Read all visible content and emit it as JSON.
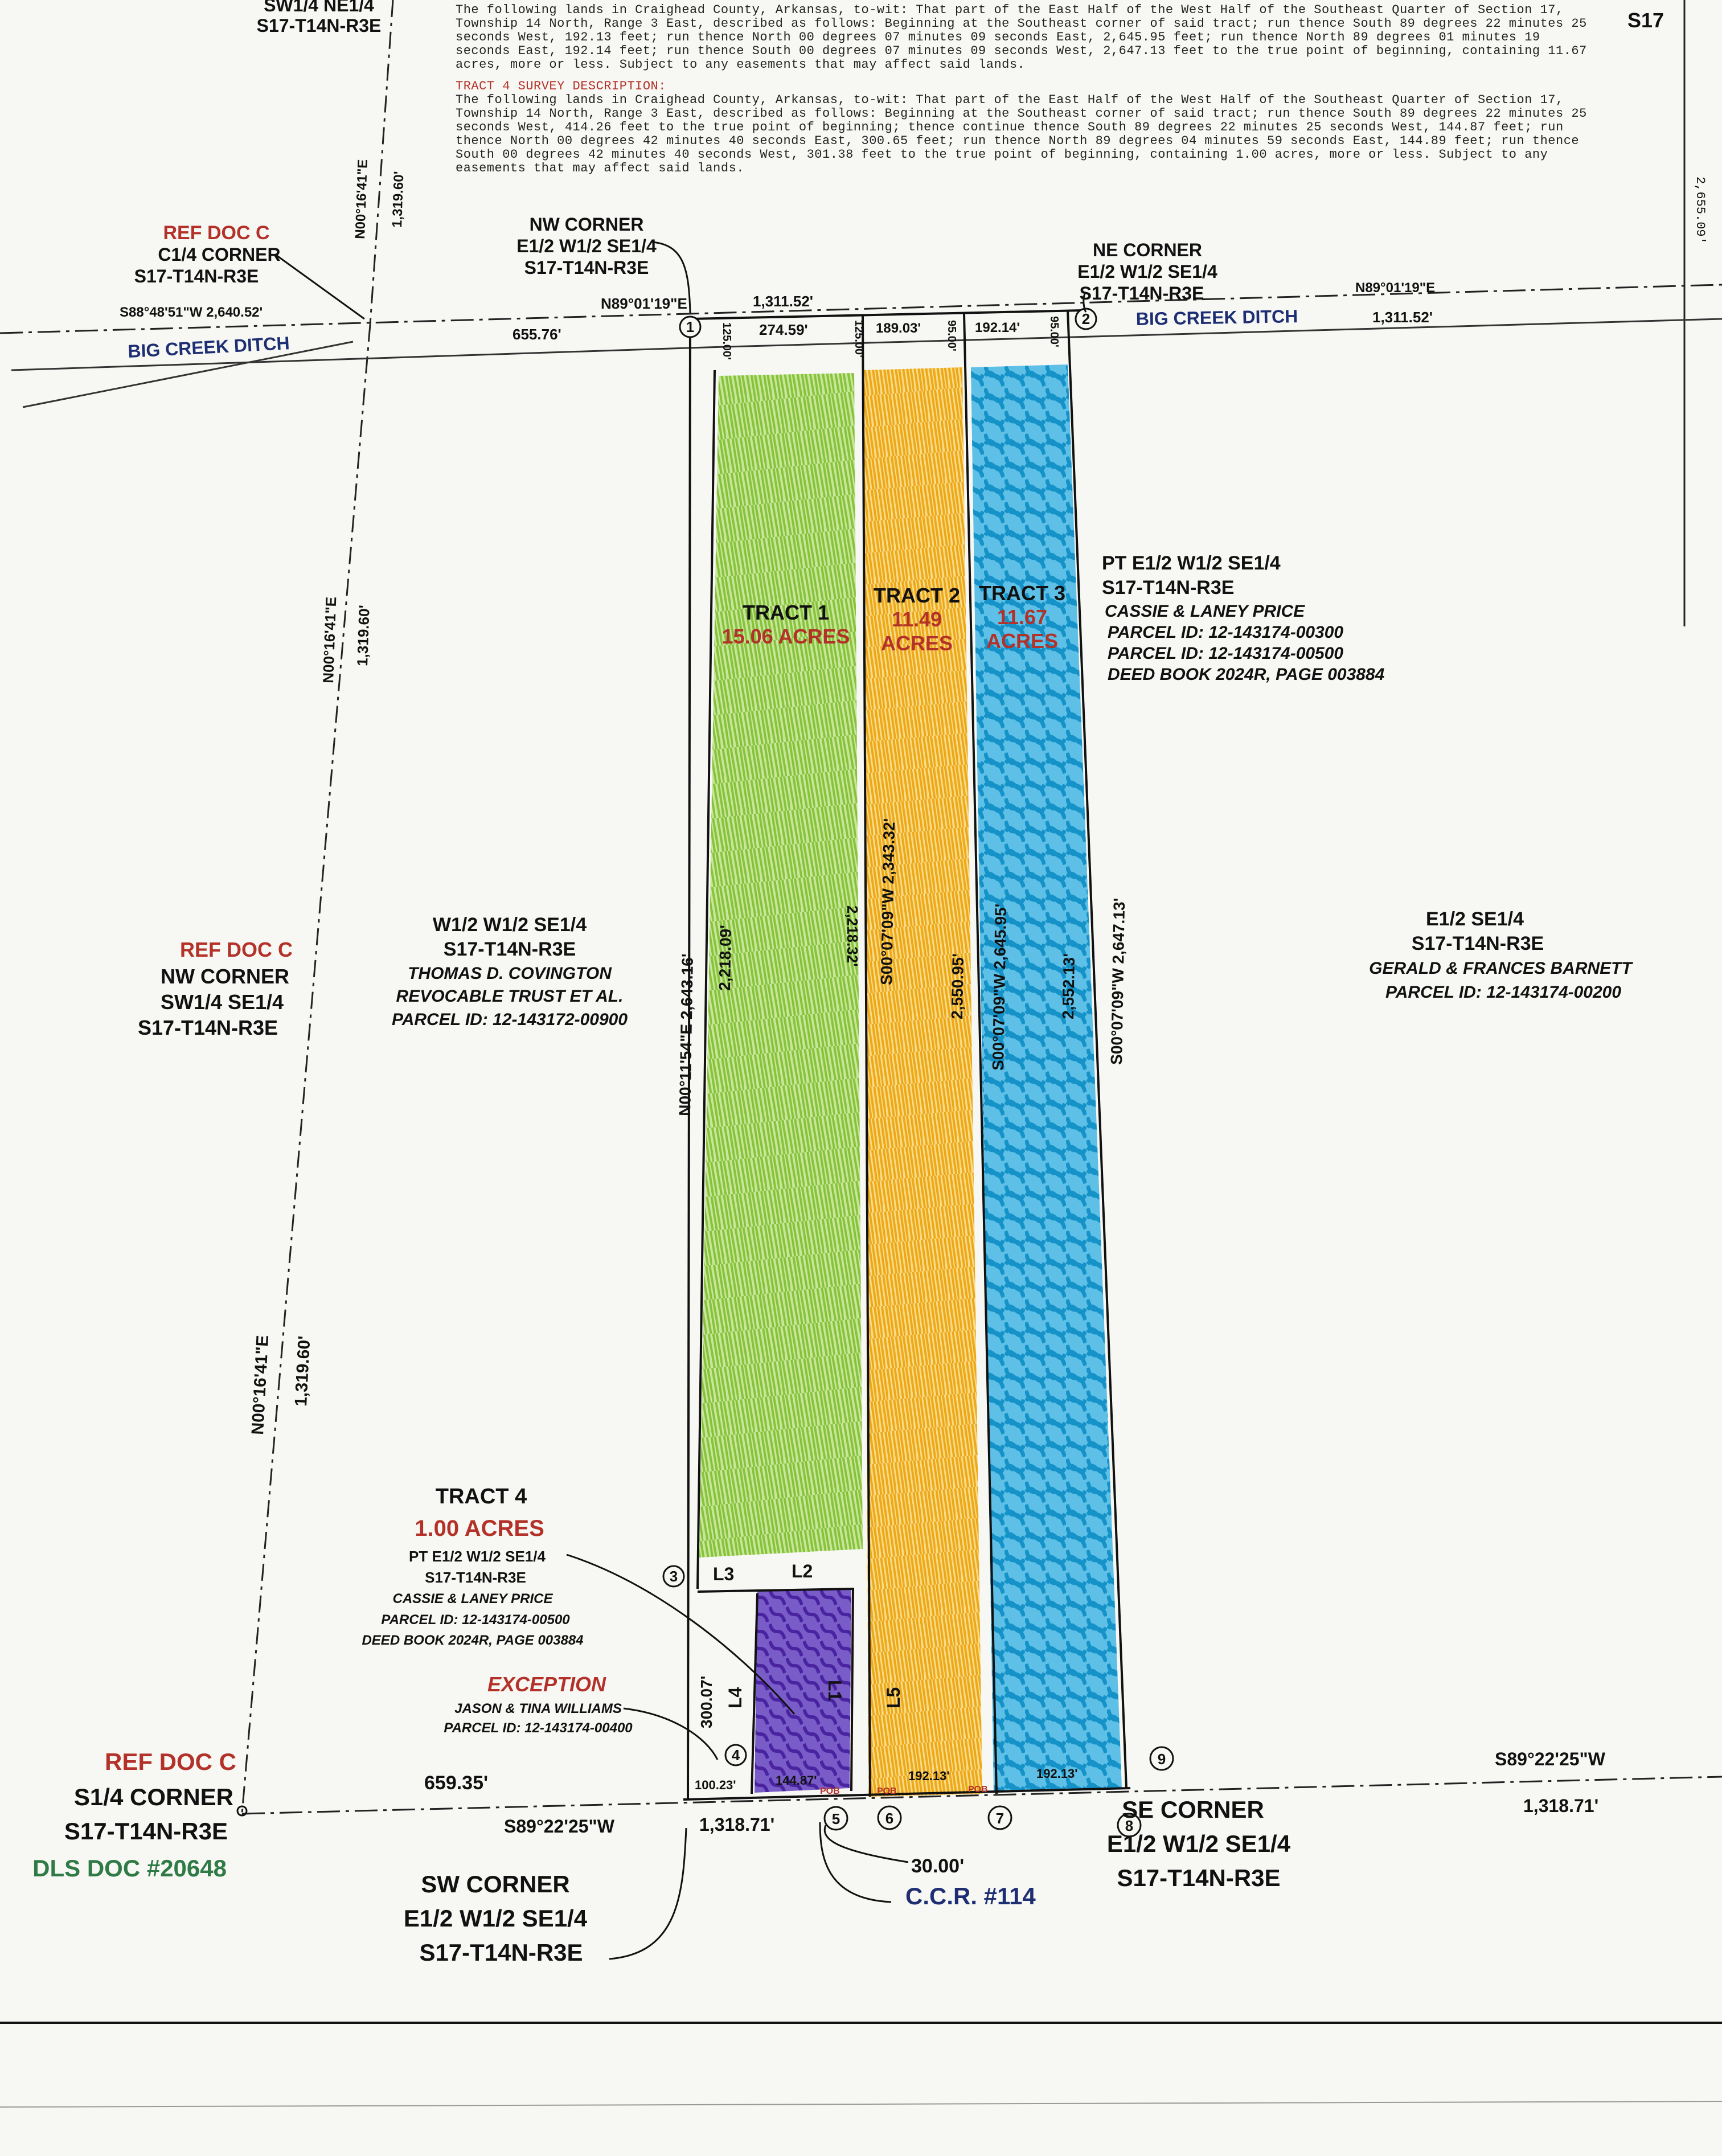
{
  "survey_text": {
    "tract3_fragment": "The following lands in Craighead County, Arkansas, to-wit: That part of the East Half of the West Half of the Southeast Quarter of Section 17, Township 14 North, Range 3 East, described as follows: Beginning at the Southeast corner of said tract; run thence South 89 degrees 22 minutes 25 seconds West, 192.13 feet; run thence North 00 degrees 07 minutes 09 seconds East, 2,645.95 feet; run thence North 89 degrees 01 minutes 19 seconds East, 192.14 feet; run thence South 00 degrees 07 minutes 09 seconds West, 2,647.13 feet to the true point of beginning, containing 11.67 acres, more or less. Subject to any easements that may affect said lands.",
    "tract4_heading": "TRACT 4 SURVEY DESCRIPTION:",
    "tract4_body": "The following lands in Craighead County, Arkansas, to-wit: That part of the East Half of the West Half of the Southeast Quarter of Section 17, Township 14 North, Range 3 East, described as follows: Beginning at the Southeast corner of said tract; run thence South 89 degrees 22 minutes 25 seconds West, 414.26 feet to the true point of beginning; thence continue thence South 89 degrees 22 minutes 25 seconds West, 144.87 feet; run thence North 00 degrees 42 minutes 40 seconds East, 300.65 feet; run thence North 89 degrees 04 minutes 59 seconds East, 144.89 feet; run thence South 00 degrees 42 minutes 40 seconds West, 301.38 feet to the true point of beginning, containing 1.00 acres, more or less. Subject to any easements that may affect said lands."
  },
  "sheet_id": "S17",
  "edge_bearing_right": "2,655.09'",
  "top_left_label": [
    "SW1/4 NE1/4",
    "S17-T14N-R3E"
  ],
  "ref_c14": [
    "REF DOC C",
    "C1/4 CORNER",
    "S17-T14N-R3E"
  ],
  "nw_corner": [
    "NW CORNER",
    "E1/2 W1/2 SE1/4",
    "S17-T14N-R3E"
  ],
  "ne_corner": [
    "NE CORNER",
    "E1/2 W1/2 SE1/4",
    "S17-T14N-R3E"
  ],
  "top_line": {
    "bearing_left": "S88°48'51\"W 2,640.52'",
    "bearing_mid": "N89°01'19\"E",
    "dist_mid": "1,311.52'",
    "bearing_right": "N89°01'19\"E",
    "dist_right": "1,311.52'",
    "seg_west": "655.76'",
    "seg_t1": "274.59'",
    "seg_t2": "189.03'",
    "seg_t3": "192.14'",
    "off_t1": "125.00'",
    "off_t2a": "125.00'",
    "off_t2b": "95.00'",
    "off_t3": "95.00'"
  },
  "ditch_label": "BIG CREEK DITCH",
  "west_line": {
    "upper_bearing": "N00°16'41\"E",
    "upper_dist": "1,319.60'",
    "mid_bearing": "N00°16'41\"E",
    "mid_dist": "1,319.60'",
    "low_bearing": "N00°16'41\"E",
    "low_dist": "1,319.60'"
  },
  "ref_nw_sw": [
    "REF DOC C",
    "NW CORNER",
    "SW1/4 SE1/4",
    "S17-T14N-R3E"
  ],
  "west_owner": [
    "W1/2 W1/2 SE1/4",
    "S17-T14N-R3E",
    "THOMAS D. COVINGTON",
    "REVOCABLE TRUST ET AL.",
    "PARCEL ID: 12-143172-00900"
  ],
  "east_owner": [
    "E1/2 SE1/4",
    "S17-T14N-R3E",
    "GERALD & FRANCES BARNETT",
    "PARCEL ID: 12-143174-00200"
  ],
  "pt_owner": [
    "PT E1/2 W1/2 SE1/4",
    "S17-T14N-R3E",
    "CASSIE & LANEY PRICE",
    "PARCEL ID: 12-143174-00300",
    "PARCEL ID: 12-143174-00500",
    "DEED BOOK 2024R, PAGE 003884"
  ],
  "tracts": {
    "t1": {
      "name": "TRACT 1",
      "acres": "15.06 ACRES"
    },
    "t2": {
      "name": "TRACT 2",
      "acres": "11.49",
      "acres2": "ACRES"
    },
    "t3": {
      "name": "TRACT 3",
      "acres": "11.67",
      "acres2": "ACRES"
    },
    "t4": {
      "name": "TRACT 4",
      "acres": "1.00 ACRES",
      "lines": [
        "PT E1/2 W1/2 SE1/4",
        "S17-T14N-R3E",
        "CASSIE & LANEY PRICE",
        "PARCEL ID: 12-143174-00500",
        "DEED BOOK 2024R, PAGE 003884"
      ]
    }
  },
  "exception": {
    "title": "EXCEPTION",
    "lines": [
      "JASON & TINA WILLIAMS",
      "PARCEL ID: 12-143174-00400"
    ]
  },
  "vertical_dims": {
    "t1_west": "N00°11'54\"E 2,643.16'",
    "t1_inner": "2,218.09'",
    "t1_east": "2,218.32'",
    "t2_bearing": "S00°07'09\"W 2,343.32'",
    "t2_dist": "2,550.95'",
    "t3_west": "S00°07'09\"W 2,645.95'",
    "t3_dist": "2,552.13'",
    "t3_east": "S00°07'09\"W 2,647.13'"
  },
  "tract4_dims": {
    "l3": "L3",
    "l2": "L2",
    "l4": "L4",
    "l1": "L1",
    "l5": "L5",
    "height": "300.07'"
  },
  "bottom_line": {
    "seg_west": "659.35'",
    "seg_a": "100.23'",
    "seg_b": "144.87'",
    "seg_c": "192.13'",
    "seg_d": "192.13'",
    "bearing_left": "S89°22'25\"W",
    "dist_left": "1,318.71'",
    "bearing_right": "S89°22'25\"W",
    "dist_right": "1,318.71'",
    "pob": "POB"
  },
  "ref_s14": [
    "REF DOC C",
    "S1/4 CORNER",
    "S17-T14N-R3E"
  ],
  "dls_doc": "DLS DOC #20648",
  "sw_corner": [
    "SW CORNER",
    "E1/2 W1/2 SE1/4",
    "S17-T14N-R3E"
  ],
  "se_corner": [
    "SE CORNER",
    "E1/2 W1/2 SE1/4",
    "S17-T14N-R3E"
  ],
  "ccr": {
    "offset": "30.00'",
    "label": "C.C.R. #114"
  },
  "points": [
    "1",
    "2",
    "3",
    "4",
    "5",
    "6",
    "7",
    "8",
    "9"
  ],
  "colors": {
    "tract1": "#9acd4a",
    "tract2": "#f3b833",
    "tract3": "#27a6d8",
    "tract4": "#5a36b4",
    "red_text": "#b33128",
    "green_text": "#2f7a45",
    "blue_text": "#1e2e73"
  }
}
